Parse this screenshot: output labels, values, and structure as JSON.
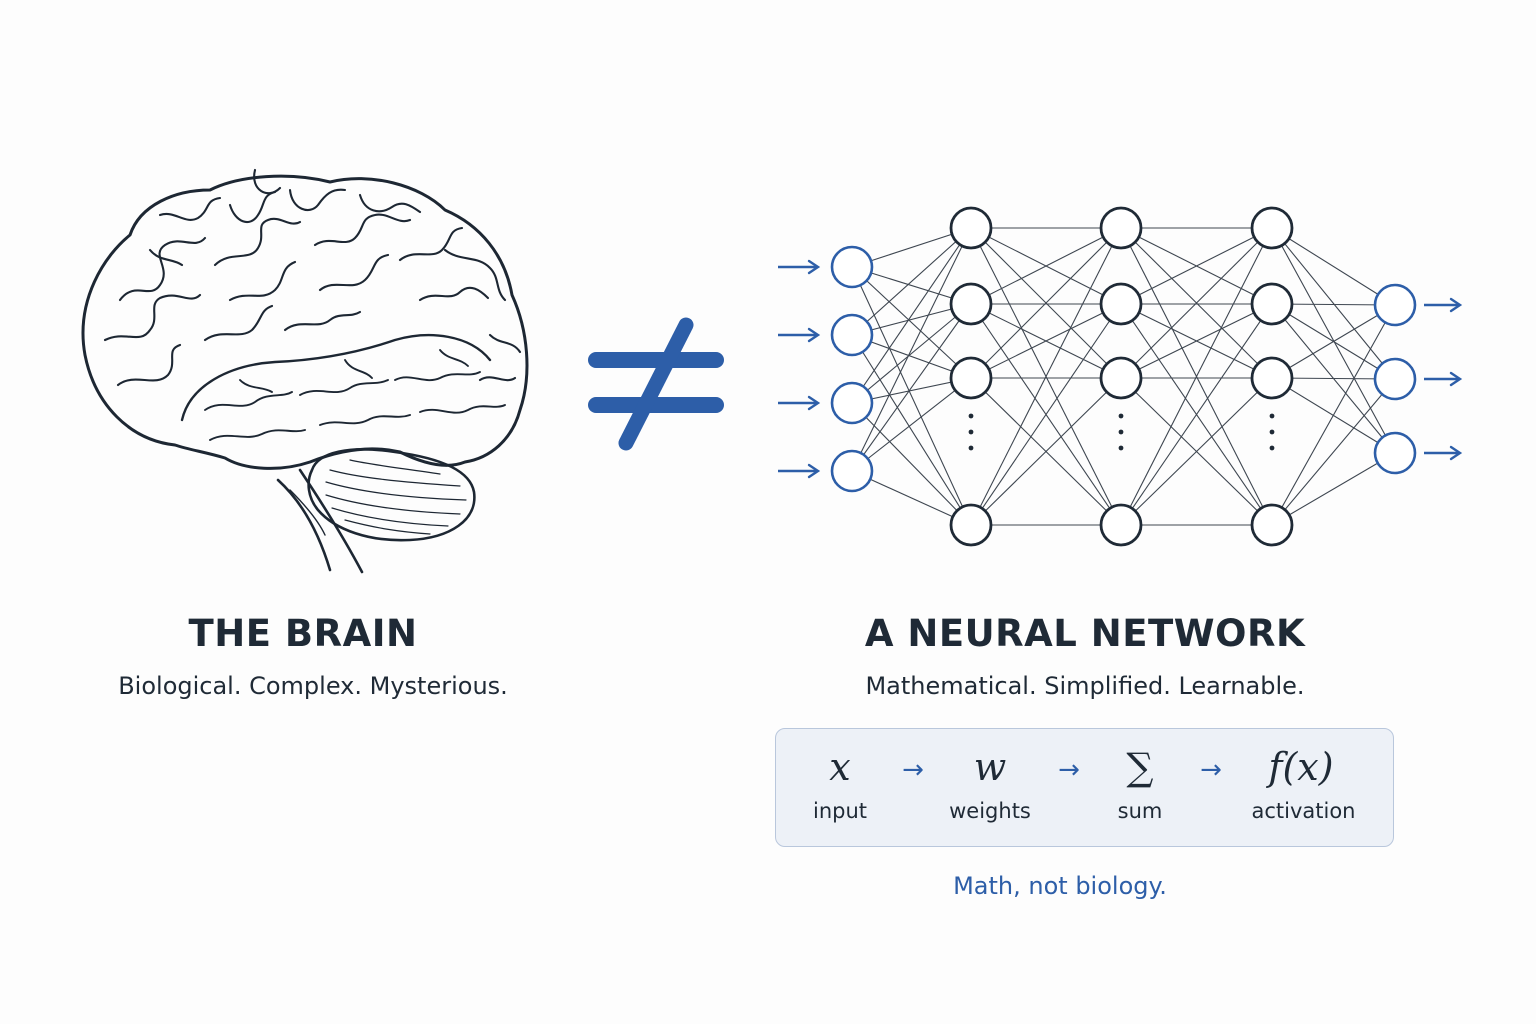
{
  "brain": {
    "title": "THE BRAIN",
    "subtitle": "Biological. Complex. Mysterious."
  },
  "not_equal_symbol": "≠",
  "network": {
    "title": "A NEURAL NETWORK",
    "subtitle": "Mathematical. Simplified. Learnable.",
    "layers": [
      {
        "role": "input",
        "nodes": 4
      },
      {
        "role": "hidden",
        "nodes": 5,
        "ellipsis": true
      },
      {
        "role": "hidden",
        "nodes": 5,
        "ellipsis": true
      },
      {
        "role": "hidden",
        "nodes": 5,
        "ellipsis": true
      },
      {
        "role": "output",
        "nodes": 3
      }
    ]
  },
  "formula": {
    "steps": [
      {
        "symbol": "x",
        "label": "input"
      },
      {
        "symbol": "w",
        "label": "weights"
      },
      {
        "symbol": "∑",
        "label": "sum"
      },
      {
        "symbol": "f(x)",
        "label": "activation"
      }
    ],
    "arrow": "→"
  },
  "tagline": "Math, not biology.",
  "colors": {
    "accent": "#2d5ea8",
    "ink": "#1f2a36",
    "box_fill": "#edf1f7",
    "box_border": "#b9c7dc"
  }
}
